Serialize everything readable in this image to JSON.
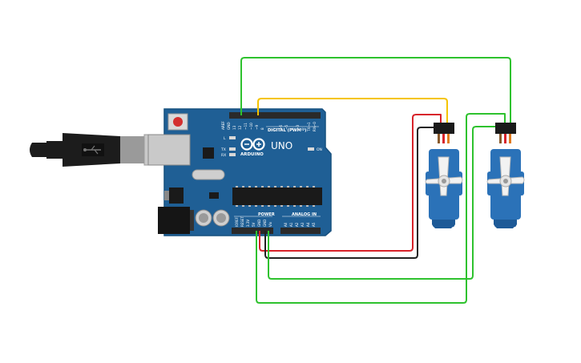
{
  "colors": {
    "board": "#1f5f95",
    "board_edge": "#17507f",
    "header": "#2a2a2a",
    "wire_signal_green": "#2ec22e",
    "wire_signal_yellow": "#f5c400",
    "wire_power_red": "#d8232a",
    "wire_ground_black": "#222222",
    "servo_body": "#2b72b8",
    "usb_cable": "#1c1c1c"
  },
  "board": {
    "brand": "ARDUINO",
    "model": "UNO",
    "on_label": "ON",
    "digital_label": "DIGITAL (PWM~)",
    "power_label": "POWER",
    "analog_label": "ANALOG IN",
    "led_l": "L",
    "led_tx": "TX",
    "led_rx": "RX",
    "top_pins": [
      "AREF",
      "GND",
      "13",
      "12",
      "~11",
      "~10",
      "~9",
      "8",
      "7",
      "~6",
      "~5",
      "4",
      "~3",
      "2",
      "TX→1",
      "RX←0"
    ],
    "power_pins": [
      "IOREF",
      "RESET",
      "3.3V",
      "5V",
      "GND",
      "GND",
      "Vin"
    ],
    "analog_pins": [
      "A0",
      "A1",
      "A2",
      "A3",
      "A4",
      "A5"
    ]
  },
  "components": [
    {
      "name": "usb-cable",
      "kind": "cable"
    },
    {
      "name": "arduino-uno",
      "kind": "microcontroller"
    },
    {
      "name": "servo-1",
      "kind": "servo"
    },
    {
      "name": "servo-2",
      "kind": "servo"
    }
  ]
}
